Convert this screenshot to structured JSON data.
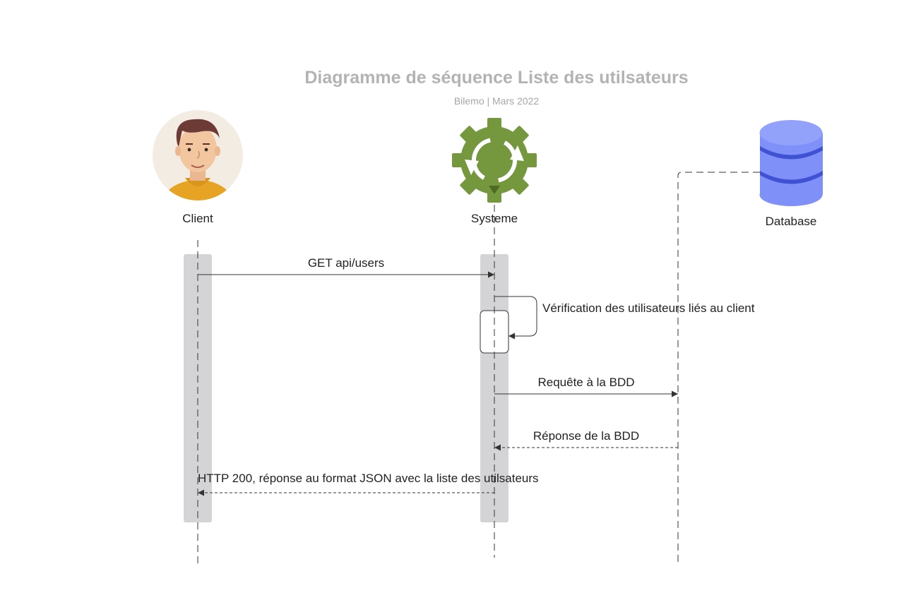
{
  "header": {
    "title": "Diagramme de séquence Liste des utilsateurs",
    "subtitle": "Bilemo  | Mars  2022"
  },
  "actors": [
    {
      "id": "client",
      "label": "Client",
      "icon": "person-avatar-icon"
    },
    {
      "id": "systeme",
      "label": "Systeme",
      "icon": "gear-sync-icon"
    },
    {
      "id": "database",
      "label": "Database",
      "icon": "database-icon"
    }
  ],
  "messages": [
    {
      "from": "Client",
      "to": "Systeme",
      "label": "GET api/users",
      "style": "solid"
    },
    {
      "from": "Systeme",
      "to": "Systeme",
      "label": "Vérification des utilisateurs liés au client",
      "style": "solid"
    },
    {
      "from": "Systeme",
      "to": "Database",
      "label": "Requête à la BDD",
      "style": "solid"
    },
    {
      "from": "Database",
      "to": "Systeme",
      "label": "Réponse de la BDD",
      "style": "dashed"
    },
    {
      "from": "Systeme",
      "to": "Client",
      "label": "HTTP 200, réponse au format JSON avec la liste des utilsateurs",
      "style": "dashed"
    }
  ],
  "colors": {
    "title": "#b3b3b3",
    "activation_bar": "#d4d4d6",
    "gear": "#75983e",
    "database": "#7f91f8",
    "avatar_bg": "#f3ece3",
    "shirt": "#e7a424",
    "hair": "#6e3a36"
  }
}
